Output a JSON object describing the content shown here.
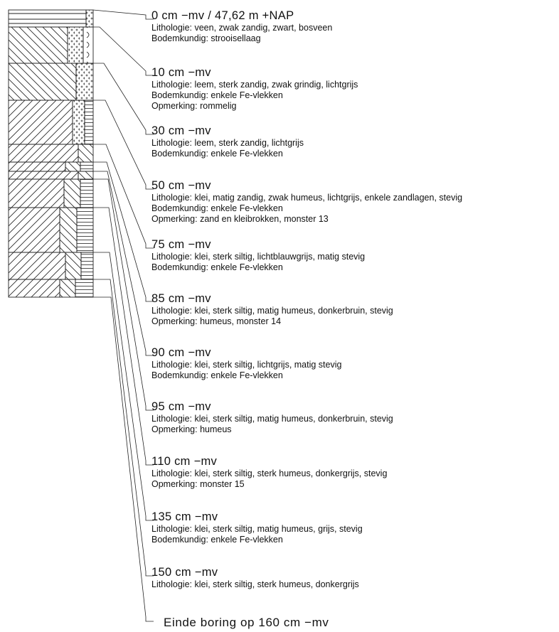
{
  "layers": [
    {
      "depth": "0 cm −mv / 47,62 m +NAP",
      "lines": [
        "Lithologie: veen, zwak zandig, zwart, bosveen",
        "Bodemkundig: strooisellaag"
      ]
    },
    {
      "depth": "10 cm −mv",
      "lines": [
        "Lithologie: leem, sterk zandig, zwak grindig, lichtgrijs",
        "Bodemkundig: enkele Fe-vlekken",
        "Opmerking: rommelig"
      ]
    },
    {
      "depth": "30 cm −mv",
      "lines": [
        "Lithologie: leem, sterk zandig, lichtgrijs",
        "Bodemkundig: enkele Fe-vlekken"
      ]
    },
    {
      "depth": "50 cm −mv",
      "lines": [
        "Lithologie: klei, matig zandig, zwak humeus, lichtgrijs, enkele zandlagen, stevig",
        "Bodemkundig: enkele Fe-vlekken",
        "Opmerking: zand en kleibrokken, monster 13"
      ]
    },
    {
      "depth": "75 cm −mv",
      "lines": [
        "Lithologie: klei, sterk siltig, lichtblauwgrijs, matig stevig",
        "Bodemkundig: enkele Fe-vlekken"
      ]
    },
    {
      "depth": "85 cm −mv",
      "lines": [
        "Lithologie: klei, sterk siltig, matig humeus, donkerbruin, stevig",
        "Opmerking: humeus, monster 14"
      ]
    },
    {
      "depth": "90 cm −mv",
      "lines": [
        "Lithologie: klei, sterk siltig, lichtgrijs, matig stevig",
        "Bodemkundig: enkele Fe-vlekken"
      ]
    },
    {
      "depth": "95 cm −mv",
      "lines": [
        "Lithologie: klei, sterk siltig, matig humeus, donkerbruin, stevig",
        "Opmerking: humeus"
      ]
    },
    {
      "depth": "110 cm −mv",
      "lines": [
        "Lithologie: klei, sterk siltig, sterk humeus, donkergrijs, stevig",
        "Opmerking: monster 15"
      ]
    },
    {
      "depth": "135 cm −mv",
      "lines": [
        "Lithologie: klei, sterk siltig, matig humeus, grijs, stevig",
        "Bodemkundig: enkele Fe-vlekken"
      ]
    },
    {
      "depth": "150 cm −mv",
      "lines": [
        "Lithologie: klei, sterk siltig, sterk humeus, donkergrijs"
      ]
    }
  ],
  "end_text": "Einde boring op 160 cm −mv"
}
